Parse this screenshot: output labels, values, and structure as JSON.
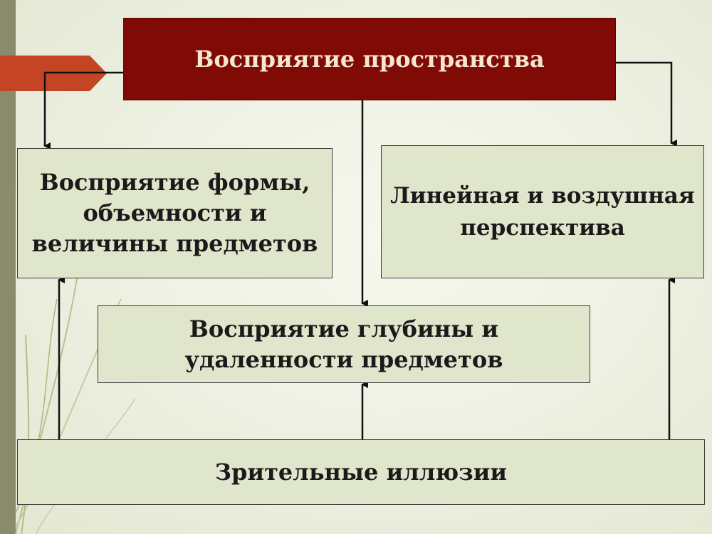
{
  "diagram": {
    "title": "Восприятие пространства",
    "nodes": {
      "form": "Восприятие формы,\nобъемности и\nвеличины предметов",
      "perspective": "Линейная и воздушная\nперспектива",
      "depth": "Восприятие глубины и\nудаленности предметов",
      "illusions": "Зрительные иллюзии"
    },
    "edges": [
      {
        "from": "title",
        "to": "form"
      },
      {
        "from": "title",
        "to": "perspective"
      },
      {
        "from": "title",
        "to": "depth"
      },
      {
        "from": "illusions",
        "to": "form"
      },
      {
        "from": "illusions",
        "to": "depth"
      },
      {
        "from": "illusions",
        "to": "perspective"
      }
    ]
  },
  "colors": {
    "title_box": "#7f0a06",
    "title_text": "#f5e7cd",
    "node_fill": "#dfe6cb",
    "accent_tab": "#c54424",
    "side_bar": "#8a8a6c",
    "connector": "#111111"
  }
}
